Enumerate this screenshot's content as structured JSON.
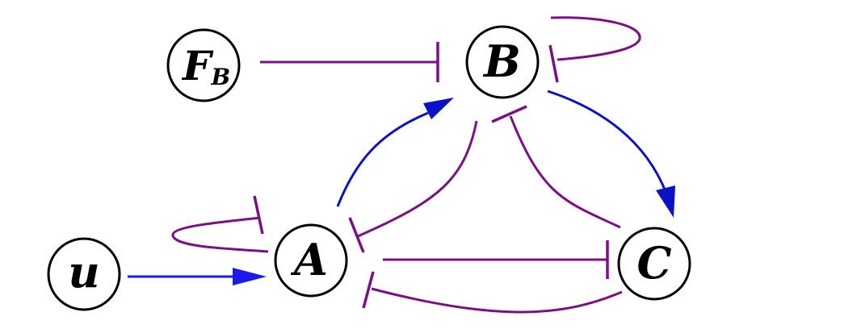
{
  "colors": {
    "activation": "#0a12c8",
    "activation_input": "#1a1af0",
    "inhibition": "#7a0f86",
    "node_stroke": "#000000",
    "background": "#ffffff"
  },
  "nodes": {
    "fb": {
      "label": "F",
      "subscript": "B"
    },
    "b": {
      "label": "B"
    },
    "a": {
      "label": "A"
    },
    "c": {
      "label": "C"
    },
    "u": {
      "label": "u"
    }
  },
  "edges": [
    {
      "from": "FB",
      "to": "B",
      "kind": "inhibition"
    },
    {
      "from": "B",
      "to": "B",
      "kind": "inhibition"
    },
    {
      "from": "B",
      "to": "C",
      "kind": "activation"
    },
    {
      "from": "A",
      "to": "B",
      "kind": "activation"
    },
    {
      "from": "B",
      "to": "A",
      "kind": "inhibition"
    },
    {
      "from": "C",
      "to": "B",
      "kind": "inhibition"
    },
    {
      "from": "A",
      "to": "A",
      "kind": "inhibition"
    },
    {
      "from": "u",
      "to": "A",
      "kind": "activation"
    },
    {
      "from": "A",
      "to": "C",
      "kind": "inhibition"
    },
    {
      "from": "C",
      "to": "A",
      "kind": "inhibition"
    }
  ]
}
